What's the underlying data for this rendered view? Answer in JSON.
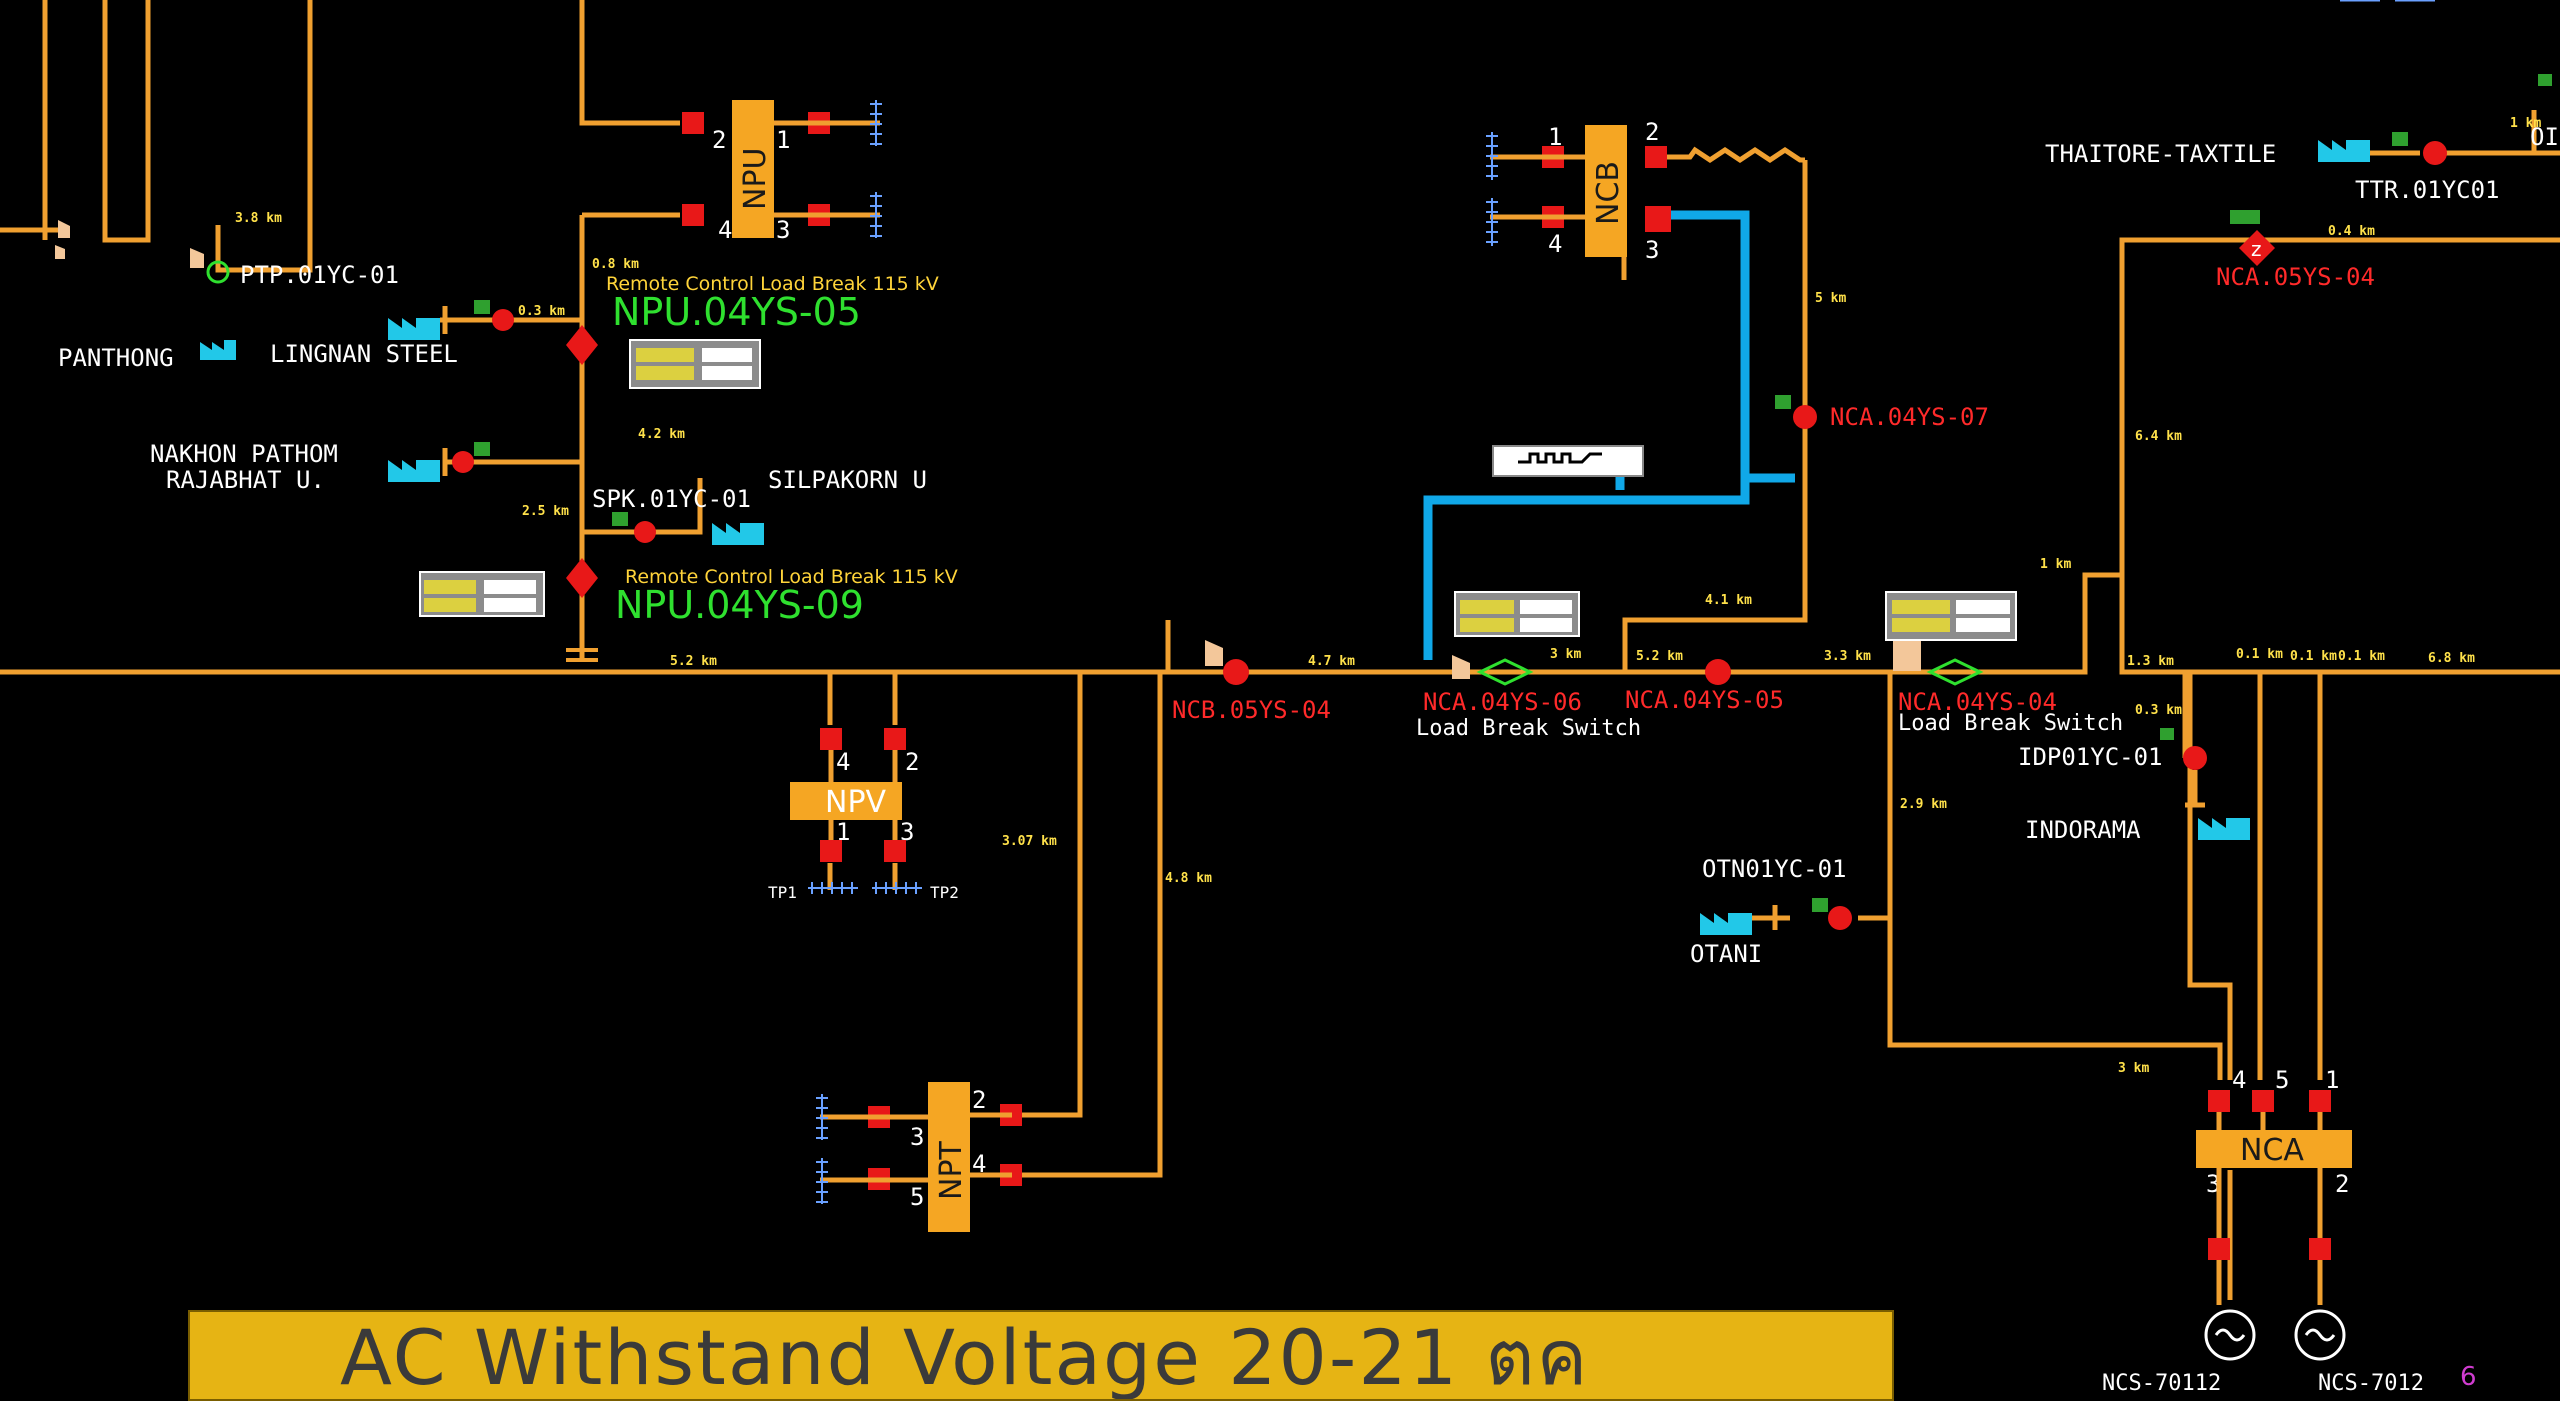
{
  "substations": {
    "npu": {
      "name": "NPU",
      "ports": [
        "2",
        "1",
        "4",
        "3"
      ]
    },
    "ncb": {
      "name": "NCB",
      "ports": [
        "1",
        "2",
        "4",
        "3"
      ]
    },
    "npv": {
      "name": "NPV",
      "ports": [
        "4",
        "2",
        "1",
        "3"
      ]
    },
    "npt": {
      "name": "NPT",
      "ports": [
        "2",
        "3",
        "4",
        "5"
      ]
    },
    "nca": {
      "name": "NCA",
      "ports": [
        "4",
        "5",
        "1",
        "3",
        "2"
      ]
    }
  },
  "switches": {
    "npu_04ys_05": {
      "id": "NPU.04YS-05",
      "desc": "Remote Control Load Break 115 kV"
    },
    "npu_04ys_09": {
      "id": "NPU.04YS-09",
      "desc": "Remote Control Load Break 115 kV"
    },
    "nca_04ys_06": {
      "id": "NCA.04YS-06",
      "desc": "Load Break Switch"
    },
    "nca_04ys_04": {
      "id": "NCA.04YS-04",
      "desc": "Load Break Switch"
    },
    "nca_04ys_07": {
      "id": "NCA.04YS-07"
    },
    "nca_04ys_05": {
      "id": "NCA.04YS-05"
    },
    "nca_05ys_04": {
      "id": "NCA.05YS-04"
    },
    "ncb_05ys_04": {
      "id": "NCB.05YS-04"
    }
  },
  "customers": {
    "ptp": "PTP.01YC-01",
    "panthong": "PANTHONG",
    "lingnan": "LINGNAN STEEL",
    "nakhon1": "NAKHON PATHOM",
    "nakhon2": "RAJABHAT U.",
    "spk": "SPK.01YC-01",
    "silpakorn": "SILPAKORN U",
    "thaitore": "THAITORE-TAXTILE",
    "ttr": "TTR.01YC01",
    "idp": "IDP01YC-01",
    "indorama": "INDORAMA",
    "otn": "OTN01YC-01",
    "otani": "OTANI",
    "tp1": "TP1",
    "tp2": "TP2",
    "gen1": "NCS-70112",
    "gen2": "NCS-7012"
  },
  "distances": {
    "d1": "3.8 km",
    "d2": "0.8 km",
    "d3": "0.3 km",
    "d4": "4.2 km",
    "d5": "2.5 km",
    "d6": "5.2 km",
    "d7": "3.07 km",
    "d8": "4.7 km",
    "d9": "4.8 km",
    "d10": "3 km",
    "d11": "5.2 km",
    "d12": "3.3 km",
    "d13": "4.1 km",
    "d14": "5 km",
    "d15": "6.4 km",
    "d16": "1 km",
    "d17": "2.9 km",
    "d18": "3 km",
    "d19": "1.3 km",
    "d20": "0.1 km",
    "d21": "0.1 km",
    "d22": "0.1 km",
    "d23": "0.3 km",
    "d24": "6.8 km",
    "d25": "0.4 km",
    "d26": "1 km"
  },
  "partial_label": "OI",
  "banner": {
    "title": "AC Withstand Voltage 20-21 ตค"
  },
  "page_number": "6",
  "colors": {
    "line": "#f0a030",
    "breaker": "#e81818",
    "bus": "#f5a623",
    "highlight": "#10a8e8",
    "banner": "#e6b414"
  }
}
